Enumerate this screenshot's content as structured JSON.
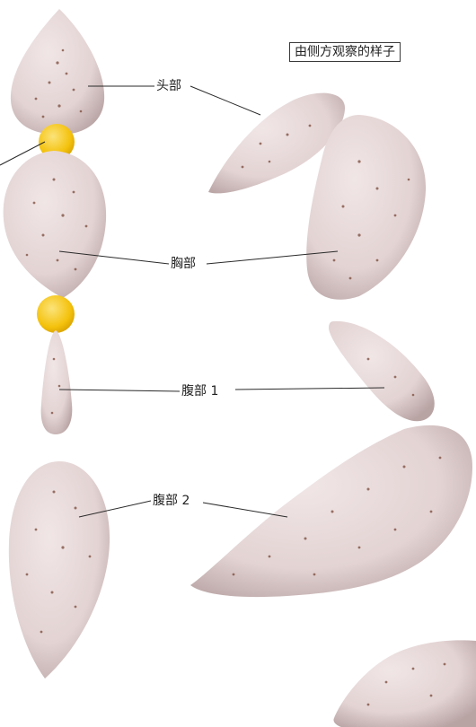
{
  "title": "由侧方观察的样子",
  "labels": {
    "head": "头部",
    "thorax": "胸部",
    "abdomen1": "腹部 1",
    "abdomen2": "腹部 2"
  },
  "colors": {
    "clay": "#e8d9d9",
    "clay_shadow": "#b9a4a4",
    "joint": "#f4c20d",
    "hole": "#7a4a3a",
    "leader": "#2a2a2a"
  }
}
